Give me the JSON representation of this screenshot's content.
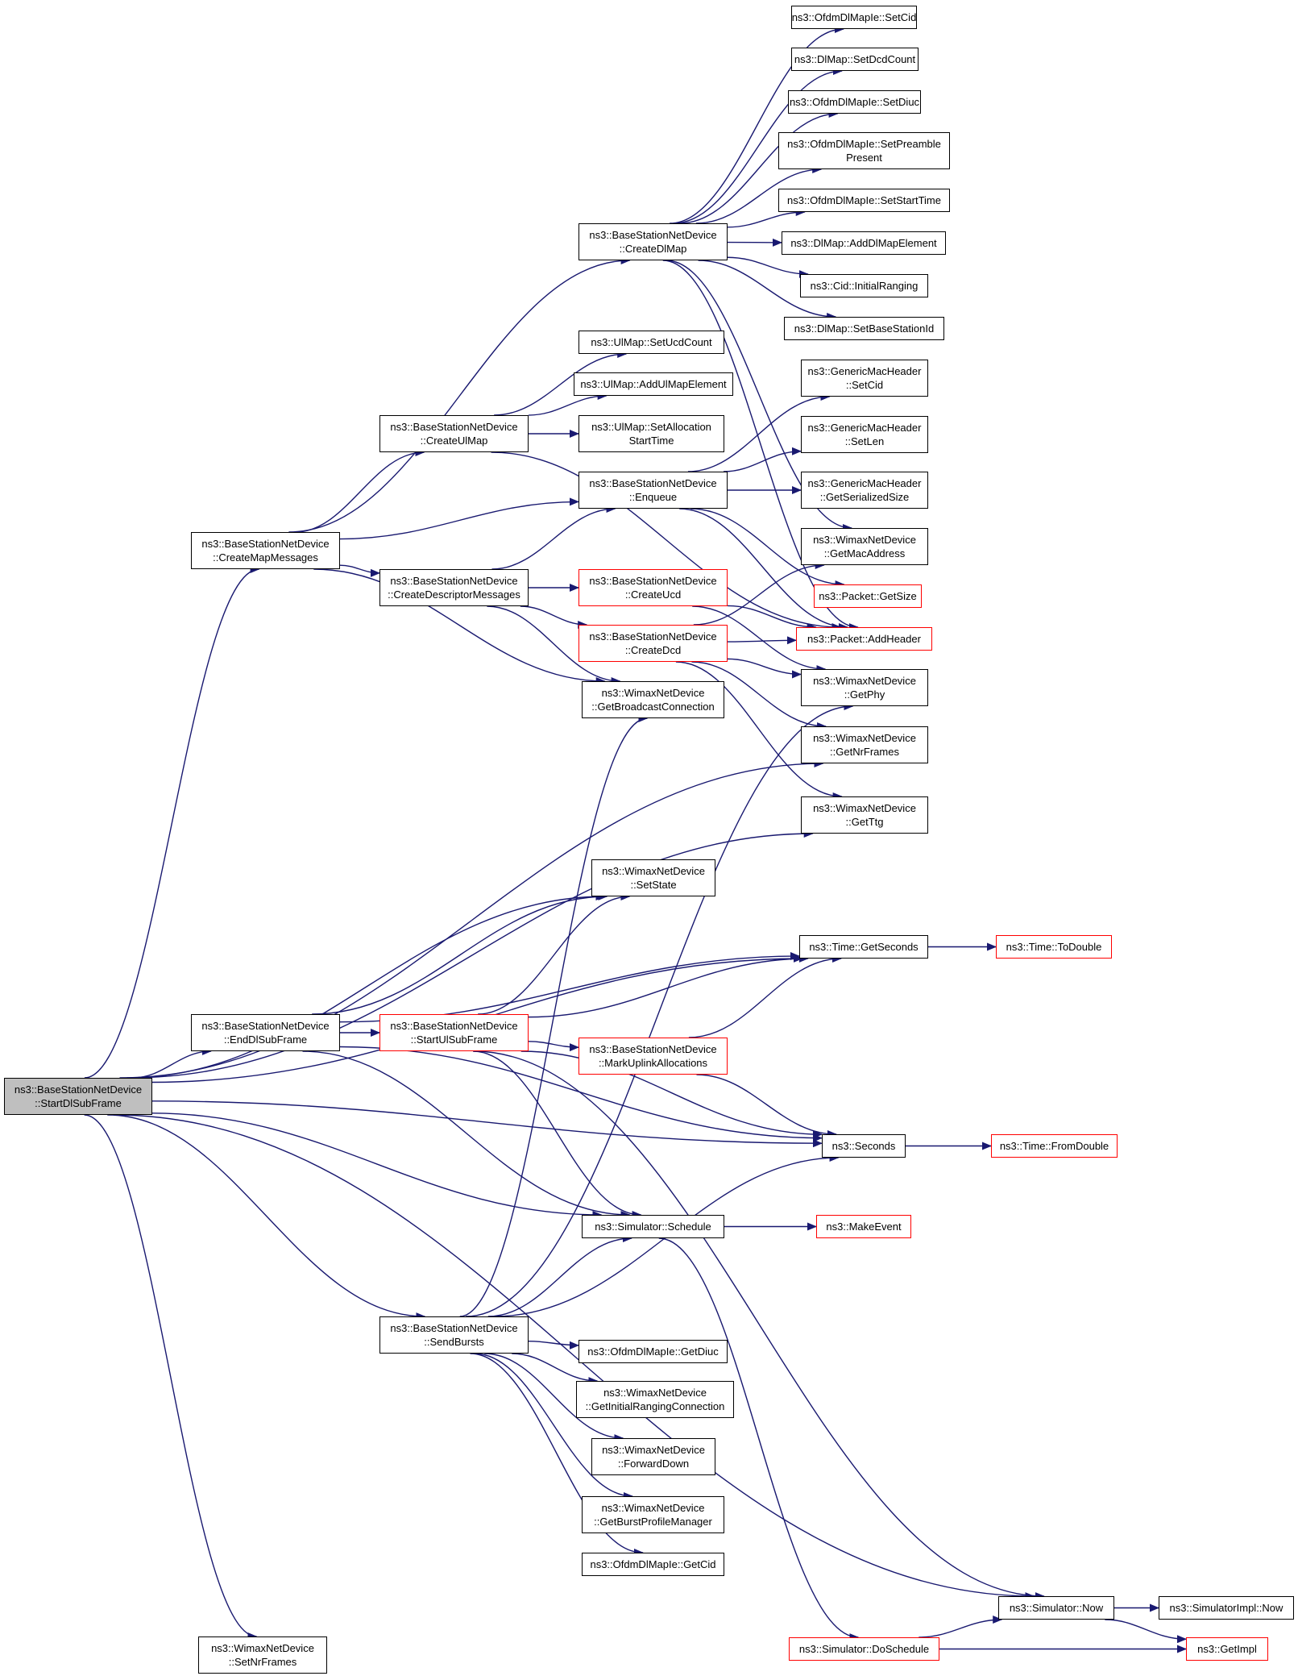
{
  "nodes": [
    {
      "id": "start_dl",
      "lines": [
        "ns3::BaseStationNetDevice",
        "::StartDlSubFrame"
      ],
      "style": "root"
    },
    {
      "id": "create_map_messages",
      "lines": [
        "ns3::BaseStationNetDevice",
        "::CreateMapMessages"
      ],
      "style": "normal"
    },
    {
      "id": "create_dl_map",
      "lines": [
        "ns3::BaseStationNetDevice",
        "::CreateDlMap"
      ],
      "style": "normal"
    },
    {
      "id": "ofdm_set_cid",
      "lines": [
        "ns3::OfdmDlMapIe::SetCid"
      ],
      "style": "normal"
    },
    {
      "id": "dlmap_set_dcd_count",
      "lines": [
        "ns3::DlMap::SetDcdCount"
      ],
      "style": "normal"
    },
    {
      "id": "ofdm_set_diuc",
      "lines": [
        "ns3::OfdmDlMapIe::SetDiuc"
      ],
      "style": "normal"
    },
    {
      "id": "ofdm_set_preamble",
      "lines": [
        "ns3::OfdmDlMapIe::SetPreamble",
        "Present"
      ],
      "style": "normal"
    },
    {
      "id": "ofdm_set_start_time",
      "lines": [
        "ns3::OfdmDlMapIe::SetStartTime"
      ],
      "style": "normal"
    },
    {
      "id": "dlmap_add_element",
      "lines": [
        "ns3::DlMap::AddDlMapElement"
      ],
      "style": "normal"
    },
    {
      "id": "cid_initial_ranging",
      "lines": [
        "ns3::Cid::InitialRanging"
      ],
      "style": "normal"
    },
    {
      "id": "dlmap_set_bs_id",
      "lines": [
        "ns3::DlMap::SetBaseStationId"
      ],
      "style": "normal"
    },
    {
      "id": "ulmap_set_ucd_count",
      "lines": [
        "ns3::UlMap::SetUcdCount"
      ],
      "style": "normal"
    },
    {
      "id": "ulmap_add_element",
      "lines": [
        "ns3::UlMap::AddUlMapElement"
      ],
      "style": "normal"
    },
    {
      "id": "create_ul_map",
      "lines": [
        "ns3::BaseStationNetDevice",
        "::CreateUlMap"
      ],
      "style": "normal"
    },
    {
      "id": "ulmap_set_alloc_start",
      "lines": [
        "ns3::UlMap::SetAllocation",
        "StartTime"
      ],
      "style": "normal"
    },
    {
      "id": "gmh_set_cid",
      "lines": [
        "ns3::GenericMacHeader",
        "::SetCid"
      ],
      "style": "normal"
    },
    {
      "id": "gmh_set_len",
      "lines": [
        "ns3::GenericMacHeader",
        "::SetLen"
      ],
      "style": "normal"
    },
    {
      "id": "enqueue",
      "lines": [
        "ns3::BaseStationNetDevice",
        "::Enqueue"
      ],
      "style": "normal"
    },
    {
      "id": "gmh_get_serialized_size",
      "lines": [
        "ns3::GenericMacHeader",
        "::GetSerializedSize"
      ],
      "style": "normal"
    },
    {
      "id": "get_mac_address",
      "lines": [
        "ns3::WimaxNetDevice",
        "::GetMacAddress"
      ],
      "style": "normal"
    },
    {
      "id": "create_descriptor_messages",
      "lines": [
        "ns3::BaseStationNetDevice",
        "::CreateDescriptorMessages"
      ],
      "style": "normal"
    },
    {
      "id": "create_ucd",
      "lines": [
        "ns3::BaseStationNetDevice",
        "::CreateUcd"
      ],
      "style": "red"
    },
    {
      "id": "packet_get_size",
      "lines": [
        "ns3::Packet::GetSize"
      ],
      "style": "red"
    },
    {
      "id": "create_dcd",
      "lines": [
        "ns3::BaseStationNetDevice",
        "::CreateDcd"
      ],
      "style": "red"
    },
    {
      "id": "packet_add_header",
      "lines": [
        "ns3::Packet::AddHeader"
      ],
      "style": "red"
    },
    {
      "id": "get_broadcast_connection",
      "lines": [
        "ns3::WimaxNetDevice",
        "::GetBroadcastConnection"
      ],
      "style": "normal"
    },
    {
      "id": "get_phy",
      "lines": [
        "ns3::WimaxNetDevice",
        "::GetPhy"
      ],
      "style": "normal"
    },
    {
      "id": "get_nr_frames",
      "lines": [
        "ns3::WimaxNetDevice",
        "::GetNrFrames"
      ],
      "style": "normal"
    },
    {
      "id": "get_ttg",
      "lines": [
        "ns3::WimaxNetDevice",
        "::GetTtg"
      ],
      "style": "normal"
    },
    {
      "id": "set_state",
      "lines": [
        "ns3::WimaxNetDevice",
        "::SetState"
      ],
      "style": "normal"
    },
    {
      "id": "time_get_seconds",
      "lines": [
        "ns3::Time::GetSeconds"
      ],
      "style": "normal"
    },
    {
      "id": "time_to_double",
      "lines": [
        "ns3::Time::ToDouble"
      ],
      "style": "red"
    },
    {
      "id": "end_dl",
      "lines": [
        "ns3::BaseStationNetDevice",
        "::EndDlSubFrame"
      ],
      "style": "normal"
    },
    {
      "id": "start_ul",
      "lines": [
        "ns3::BaseStationNetDevice",
        "::StartUlSubFrame"
      ],
      "style": "red"
    },
    {
      "id": "mark_uplink",
      "lines": [
        "ns3::BaseStationNetDevice",
        "::MarkUplinkAllocations"
      ],
      "style": "red"
    },
    {
      "id": "seconds",
      "lines": [
        "ns3::Seconds"
      ],
      "style": "normal"
    },
    {
      "id": "time_from_double",
      "lines": [
        "ns3::Time::FromDouble"
      ],
      "style": "red"
    },
    {
      "id": "simulator_schedule",
      "lines": [
        "ns3::Simulator::Schedule"
      ],
      "style": "normal"
    },
    {
      "id": "make_event",
      "lines": [
        "ns3::MakeEvent"
      ],
      "style": "red"
    },
    {
      "id": "send_bursts",
      "lines": [
        "ns3::BaseStationNetDevice",
        "::SendBursts"
      ],
      "style": "normal"
    },
    {
      "id": "ofdm_get_diuc",
      "lines": [
        "ns3::OfdmDlMapIe::GetDiuc"
      ],
      "style": "normal"
    },
    {
      "id": "get_initial_ranging_conn",
      "lines": [
        "ns3::WimaxNetDevice",
        "::GetInitialRangingConnection"
      ],
      "style": "normal"
    },
    {
      "id": "forward_down",
      "lines": [
        "ns3::WimaxNetDevice",
        "::ForwardDown"
      ],
      "style": "normal"
    },
    {
      "id": "get_burst_profile_manager",
      "lines": [
        "ns3::WimaxNetDevice",
        "::GetBurstProfileManager"
      ],
      "style": "normal"
    },
    {
      "id": "ofdm_get_cid",
      "lines": [
        "ns3::OfdmDlMapIe::GetCid"
      ],
      "style": "normal"
    },
    {
      "id": "simulator_now",
      "lines": [
        "ns3::Simulator::Now"
      ],
      "style": "normal"
    },
    {
      "id": "simulator_impl_now",
      "lines": [
        "ns3::SimulatorImpl::Now"
      ],
      "style": "normal"
    },
    {
      "id": "set_nr_frames",
      "lines": [
        "ns3::WimaxNetDevice",
        "::SetNrFrames"
      ],
      "style": "normal"
    },
    {
      "id": "do_schedule",
      "lines": [
        "ns3::Simulator::DoSchedule"
      ],
      "style": "red"
    },
    {
      "id": "get_impl",
      "lines": [
        "ns3::GetImpl"
      ],
      "style": "red"
    }
  ],
  "edges": [
    [
      "start_dl",
      "create_map_messages"
    ],
    [
      "start_dl",
      "get_nr_frames"
    ],
    [
      "start_dl",
      "get_ttg"
    ],
    [
      "start_dl",
      "set_state"
    ],
    [
      "start_dl",
      "time_get_seconds"
    ],
    [
      "start_dl",
      "end_dl"
    ],
    [
      "start_dl",
      "seconds"
    ],
    [
      "start_dl",
      "simulator_schedule"
    ],
    [
      "start_dl",
      "send_bursts"
    ],
    [
      "start_dl",
      "simulator_now"
    ],
    [
      "start_dl",
      "set_nr_frames"
    ],
    [
      "create_map_messages",
      "create_dl_map"
    ],
    [
      "create_map_messages",
      "create_ul_map"
    ],
    [
      "create_map_messages",
      "enqueue"
    ],
    [
      "create_map_messages",
      "create_descriptor_messages"
    ],
    [
      "create_map_messages",
      "get_broadcast_connection"
    ],
    [
      "create_dl_map",
      "ofdm_set_cid"
    ],
    [
      "create_dl_map",
      "dlmap_set_dcd_count"
    ],
    [
      "create_dl_map",
      "ofdm_set_diuc"
    ],
    [
      "create_dl_map",
      "ofdm_set_preamble"
    ],
    [
      "create_dl_map",
      "ofdm_set_start_time"
    ],
    [
      "create_dl_map",
      "dlmap_add_element"
    ],
    [
      "create_dl_map",
      "cid_initial_ranging"
    ],
    [
      "create_dl_map",
      "dlmap_set_bs_id"
    ],
    [
      "create_dl_map",
      "get_mac_address"
    ],
    [
      "create_dl_map",
      "packet_add_header"
    ],
    [
      "create_ul_map",
      "ulmap_set_ucd_count"
    ],
    [
      "create_ul_map",
      "ulmap_add_element"
    ],
    [
      "create_ul_map",
      "ulmap_set_alloc_start"
    ],
    [
      "create_ul_map",
      "packet_add_header"
    ],
    [
      "enqueue",
      "gmh_set_cid"
    ],
    [
      "enqueue",
      "gmh_set_len"
    ],
    [
      "enqueue",
      "gmh_get_serialized_size"
    ],
    [
      "enqueue",
      "packet_get_size"
    ],
    [
      "enqueue",
      "packet_add_header"
    ],
    [
      "create_descriptor_messages",
      "enqueue"
    ],
    [
      "create_descriptor_messages",
      "create_ucd"
    ],
    [
      "create_descriptor_messages",
      "create_dcd"
    ],
    [
      "create_descriptor_messages",
      "get_broadcast_connection"
    ],
    [
      "create_ucd",
      "packet_add_header"
    ],
    [
      "create_ucd",
      "get_phy"
    ],
    [
      "create_dcd",
      "get_mac_address"
    ],
    [
      "create_dcd",
      "packet_add_header"
    ],
    [
      "create_dcd",
      "get_phy"
    ],
    [
      "create_dcd",
      "get_nr_frames"
    ],
    [
      "create_dcd",
      "get_ttg"
    ],
    [
      "time_get_seconds",
      "time_to_double"
    ],
    [
      "end_dl",
      "set_state"
    ],
    [
      "end_dl",
      "time_get_seconds"
    ],
    [
      "end_dl",
      "start_ul"
    ],
    [
      "end_dl",
      "seconds"
    ],
    [
      "end_dl",
      "simulator_schedule"
    ],
    [
      "start_ul",
      "set_state"
    ],
    [
      "start_ul",
      "time_get_seconds"
    ],
    [
      "start_ul",
      "mark_uplink"
    ],
    [
      "start_ul",
      "seconds"
    ],
    [
      "start_ul",
      "simulator_schedule"
    ],
    [
      "start_ul",
      "simulator_now"
    ],
    [
      "mark_uplink",
      "time_get_seconds"
    ],
    [
      "mark_uplink",
      "seconds"
    ],
    [
      "seconds",
      "time_from_double"
    ],
    [
      "simulator_schedule",
      "make_event"
    ],
    [
      "simulator_schedule",
      "do_schedule"
    ],
    [
      "send_bursts",
      "get_broadcast_connection"
    ],
    [
      "send_bursts",
      "get_phy"
    ],
    [
      "send_bursts",
      "seconds"
    ],
    [
      "send_bursts",
      "simulator_schedule"
    ],
    [
      "send_bursts",
      "ofdm_get_diuc"
    ],
    [
      "send_bursts",
      "get_initial_ranging_conn"
    ],
    [
      "send_bursts",
      "forward_down"
    ],
    [
      "send_bursts",
      "get_burst_profile_manager"
    ],
    [
      "send_bursts",
      "ofdm_get_cid"
    ],
    [
      "simulator_now",
      "simulator_impl_now"
    ],
    [
      "simulator_now",
      "get_impl"
    ],
    [
      "do_schedule",
      "simulator_now"
    ],
    [
      "do_schedule",
      "get_impl"
    ]
  ],
  "colors": {
    "edge": "#191970",
    "node_border": "#000000",
    "node_border_red": "#ff0000",
    "root_fill": "#bfbfbf",
    "node_fill": "#ffffff"
  }
}
